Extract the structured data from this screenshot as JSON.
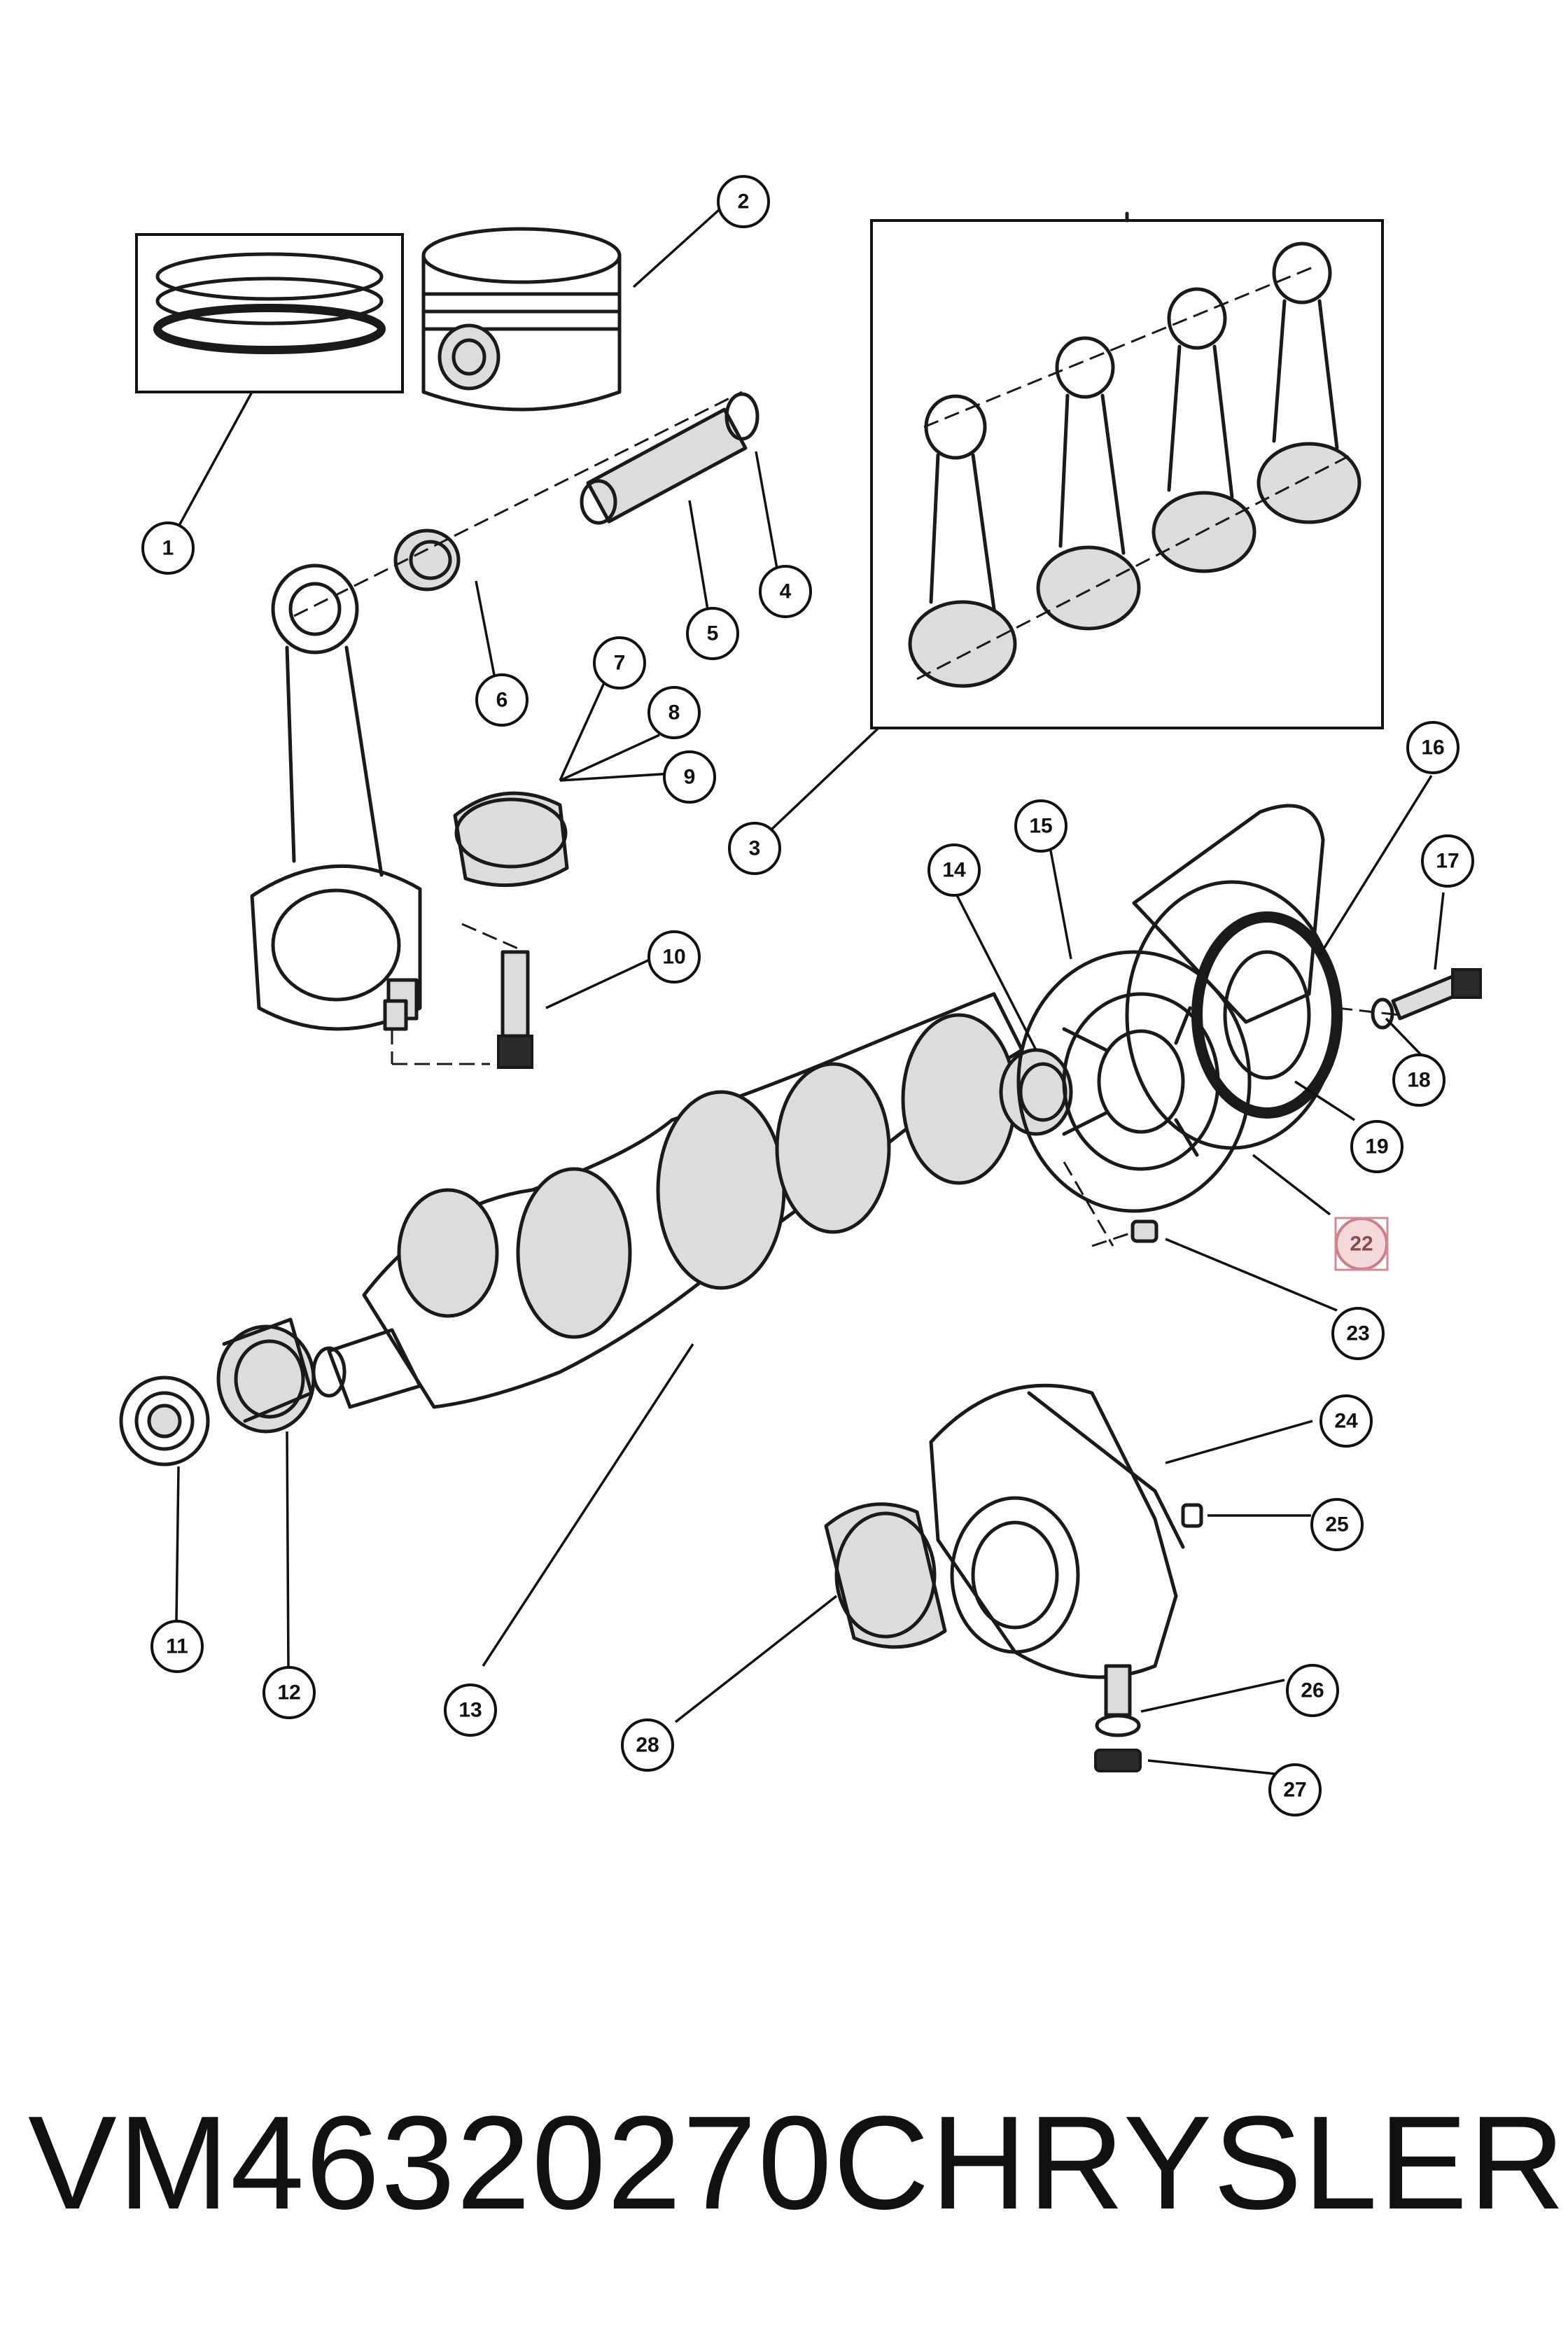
{
  "callouts": [
    {
      "id": "1",
      "label": "1"
    },
    {
      "id": "2",
      "label": "2"
    },
    {
      "id": "3",
      "label": "3"
    },
    {
      "id": "4",
      "label": "4"
    },
    {
      "id": "5",
      "label": "5"
    },
    {
      "id": "6",
      "label": "6"
    },
    {
      "id": "7",
      "label": "7"
    },
    {
      "id": "8",
      "label": "8"
    },
    {
      "id": "9",
      "label": "9"
    },
    {
      "id": "10",
      "label": "10"
    },
    {
      "id": "11",
      "label": "11"
    },
    {
      "id": "12",
      "label": "12"
    },
    {
      "id": "13",
      "label": "13"
    },
    {
      "id": "14",
      "label": "14"
    },
    {
      "id": "15",
      "label": "15"
    },
    {
      "id": "16",
      "label": "16"
    },
    {
      "id": "17",
      "label": "17"
    },
    {
      "id": "18",
      "label": "18"
    },
    {
      "id": "19",
      "label": "19"
    },
    {
      "id": "22",
      "label": "22",
      "highlighted": true
    },
    {
      "id": "23",
      "label": "23"
    },
    {
      "id": "24",
      "label": "24"
    },
    {
      "id": "25",
      "label": "25"
    },
    {
      "id": "26",
      "label": "26"
    },
    {
      "id": "27",
      "label": "27"
    },
    {
      "id": "28",
      "label": "28"
    }
  ],
  "footer": {
    "part_number": "VM46320270",
    "brand": "CHRYSLER"
  },
  "colors": {
    "highlight": "#f4d9dc",
    "ink": "#111111"
  }
}
